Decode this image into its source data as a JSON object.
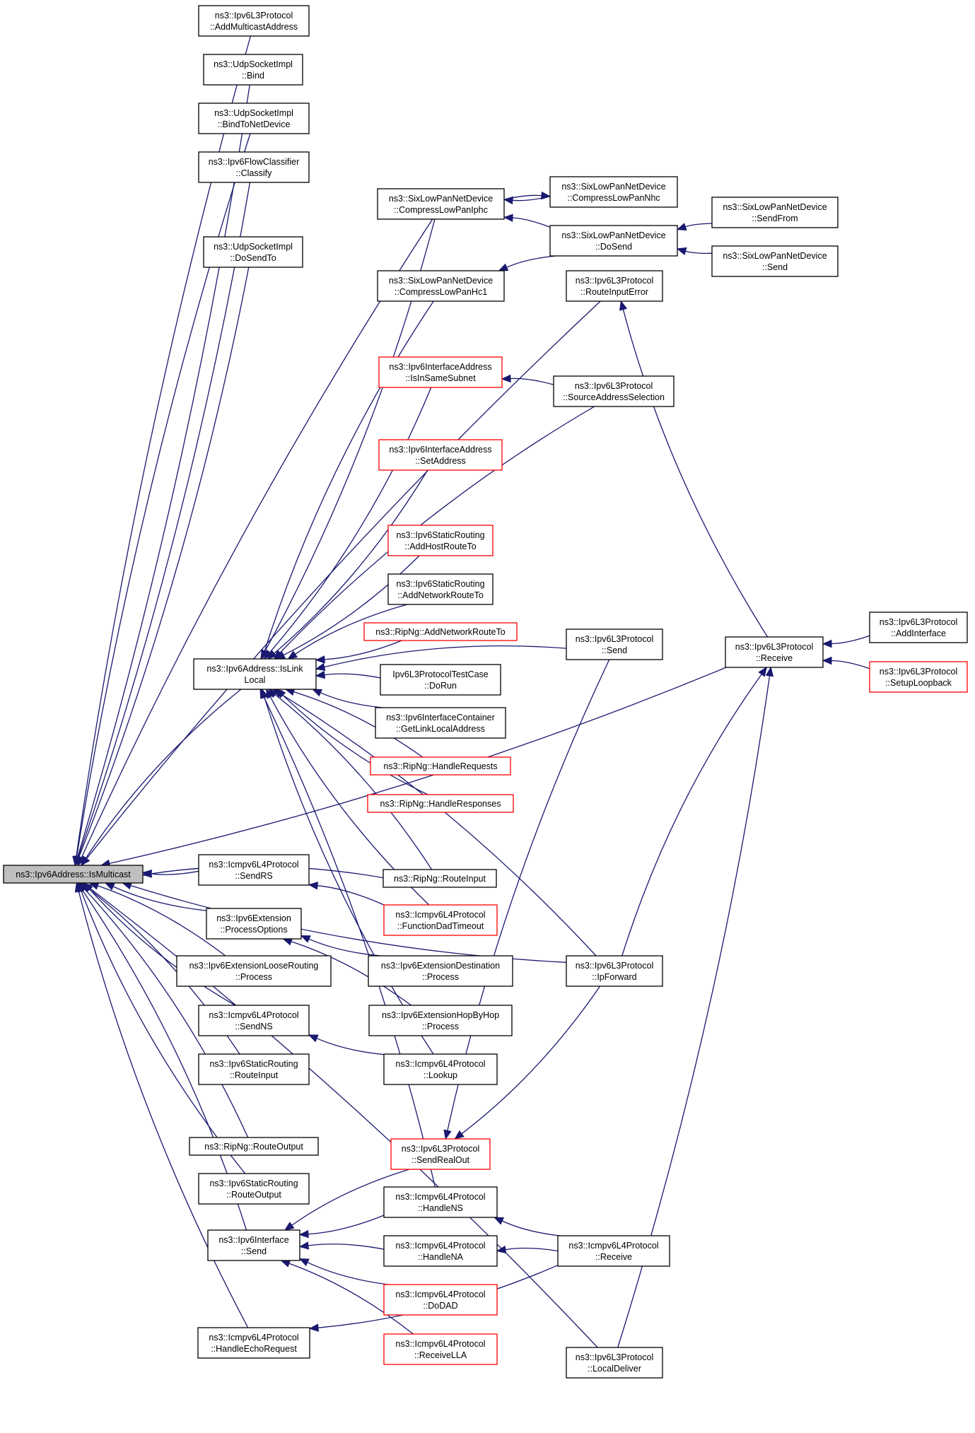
{
  "nodes": [
    {
      "id": "n0",
      "lines": [
        "ns3::Ipv6Address::IsMulticast"
      ],
      "style": "root"
    },
    {
      "id": "n1",
      "lines": [
        "ns3::Ipv6L3Protocol",
        "::AddMulticastAddress"
      ],
      "style": "normal"
    },
    {
      "id": "n2",
      "lines": [
        "ns3::UdpSocketImpl",
        "::Bind"
      ],
      "style": "normal"
    },
    {
      "id": "n3",
      "lines": [
        "ns3::UdpSocketImpl",
        "::BindToNetDevice"
      ],
      "style": "normal"
    },
    {
      "id": "n4",
      "lines": [
        "ns3::Ipv6FlowClassifier",
        "::Classify"
      ],
      "style": "normal"
    },
    {
      "id": "n5",
      "lines": [
        "ns3::SixLowPanNetDevice",
        "::CompressLowPanIphc"
      ],
      "style": "normal"
    },
    {
      "id": "n6",
      "lines": [
        "ns3::SixLowPanNetDevice",
        "::CompressLowPanNhc"
      ],
      "style": "normal"
    },
    {
      "id": "n7",
      "lines": [
        "ns3::UdpSocketImpl",
        "::DoSendTo"
      ],
      "style": "normal"
    },
    {
      "id": "n8",
      "lines": [
        "ns3::SixLowPanNetDevice",
        "::DoSend"
      ],
      "style": "normal"
    },
    {
      "id": "n9",
      "lines": [
        "ns3::SixLowPanNetDevice",
        "::SendFrom"
      ],
      "style": "normal"
    },
    {
      "id": "n10",
      "lines": [
        "ns3::SixLowPanNetDevice",
        "::Send"
      ],
      "style": "normal"
    },
    {
      "id": "n11",
      "lines": [
        "ns3::SixLowPanNetDevice",
        "::CompressLowPanHc1"
      ],
      "style": "normal"
    },
    {
      "id": "n12",
      "lines": [
        "ns3::Ipv6L3Protocol",
        "::RouteInputError"
      ],
      "style": "normal"
    },
    {
      "id": "n13",
      "lines": [
        "ns3::Ipv6InterfaceAddress",
        "::IsInSameSubnet"
      ],
      "style": "red"
    },
    {
      "id": "n14",
      "lines": [
        "ns3::Ipv6L3Protocol",
        "::SourceAddressSelection"
      ],
      "style": "normal"
    },
    {
      "id": "n15",
      "lines": [
        "ns3::Ipv6InterfaceAddress",
        "::SetAddress"
      ],
      "style": "red"
    },
    {
      "id": "n16",
      "lines": [
        "ns3::Ipv6StaticRouting",
        "::AddHostRouteTo"
      ],
      "style": "red"
    },
    {
      "id": "n17",
      "lines": [
        "ns3::Ipv6StaticRouting",
        "::AddNetworkRouteTo"
      ],
      "style": "normal"
    },
    {
      "id": "n18",
      "lines": [
        "ns3::RipNg::AddNetworkRouteTo"
      ],
      "style": "red"
    },
    {
      "id": "n19",
      "lines": [
        "ns3::Ipv6L3Protocol",
        "::Send"
      ],
      "style": "normal"
    },
    {
      "id": "n20",
      "lines": [
        "ns3::Ipv6L3Protocol",
        "::Receive"
      ],
      "style": "normal"
    },
    {
      "id": "n21",
      "lines": [
        "ns3::Ipv6L3Protocol",
        "::AddInterface"
      ],
      "style": "normal"
    },
    {
      "id": "n22",
      "lines": [
        "ns3::Ipv6L3Protocol",
        "::SetupLoopback"
      ],
      "style": "red"
    },
    {
      "id": "n23",
      "lines": [
        "ns3::Ipv6Address::IsLink",
        "Local"
      ],
      "style": "normal"
    },
    {
      "id": "n24",
      "lines": [
        "Ipv6L3ProtocolTestCase",
        "::DoRun"
      ],
      "style": "normal"
    },
    {
      "id": "n25",
      "lines": [
        "ns3::Ipv6InterfaceContainer",
        "::GetLinkLocalAddress"
      ],
      "style": "normal"
    },
    {
      "id": "n26",
      "lines": [
        "ns3::RipNg::HandleRequests"
      ],
      "style": "red"
    },
    {
      "id": "n27",
      "lines": [
        "ns3::RipNg::HandleResponses"
      ],
      "style": "red"
    },
    {
      "id": "n28",
      "lines": [
        "ns3::Icmpv6L4Protocol",
        "::SendRS"
      ],
      "style": "normal"
    },
    {
      "id": "n29",
      "lines": [
        "ns3::RipNg::RouteInput"
      ],
      "style": "normal"
    },
    {
      "id": "n30",
      "lines": [
        "ns3::Ipv6Extension",
        "::ProcessOptions"
      ],
      "style": "normal"
    },
    {
      "id": "n31",
      "lines": [
        "ns3::Icmpv6L4Protocol",
        "::FunctionDadTimeout"
      ],
      "style": "red"
    },
    {
      "id": "n32",
      "lines": [
        "ns3::Ipv6ExtensionLooseRouting",
        "::Process"
      ],
      "style": "normal"
    },
    {
      "id": "n33",
      "lines": [
        "ns3::Ipv6ExtensionDestination",
        "::Process"
      ],
      "style": "normal"
    },
    {
      "id": "n34",
      "lines": [
        "ns3::Ipv6L3Protocol",
        "::IpForward"
      ],
      "style": "normal"
    },
    {
      "id": "n35",
      "lines": [
        "ns3::Icmpv6L4Protocol",
        "::SendNS"
      ],
      "style": "normal"
    },
    {
      "id": "n36",
      "lines": [
        "ns3::Ipv6ExtensionHopByHop",
        "::Process"
      ],
      "style": "normal"
    },
    {
      "id": "n37",
      "lines": [
        "ns3::Ipv6StaticRouting",
        "::RouteInput"
      ],
      "style": "normal"
    },
    {
      "id": "n38",
      "lines": [
        "ns3::Icmpv6L4Protocol",
        "::Lookup"
      ],
      "style": "normal"
    },
    {
      "id": "n39",
      "lines": [
        "ns3::RipNg::RouteOutput"
      ],
      "style": "normal"
    },
    {
      "id": "n40",
      "lines": [
        "ns3::Ipv6L3Protocol",
        "::SendRealOut"
      ],
      "style": "red"
    },
    {
      "id": "n41",
      "lines": [
        "ns3::Ipv6StaticRouting",
        "::RouteOutput"
      ],
      "style": "normal"
    },
    {
      "id": "n42",
      "lines": [
        "ns3::Icmpv6L4Protocol",
        "::HandleNS"
      ],
      "style": "normal"
    },
    {
      "id": "n43",
      "lines": [
        "ns3::Ipv6Interface",
        "::Send"
      ],
      "style": "normal"
    },
    {
      "id": "n44",
      "lines": [
        "ns3::Icmpv6L4Protocol",
        "::HandleNA"
      ],
      "style": "normal"
    },
    {
      "id": "n45",
      "lines": [
        "ns3::Icmpv6L4Protocol",
        "::Receive"
      ],
      "style": "normal"
    },
    {
      "id": "n46",
      "lines": [
        "ns3::Icmpv6L4Protocol",
        "::DoDAD"
      ],
      "style": "red"
    },
    {
      "id": "n47",
      "lines": [
        "ns3::Icmpv6L4Protocol",
        "::HandleEchoRequest"
      ],
      "style": "normal"
    },
    {
      "id": "n48",
      "lines": [
        "ns3::Icmpv6L4Protocol",
        "::ReceiveLLA"
      ],
      "style": "red"
    },
    {
      "id": "n49",
      "lines": [
        "ns3::Ipv6L3Protocol",
        "::LocalDeliver"
      ],
      "style": "normal"
    }
  ],
  "edges": [
    [
      "n1",
      "n0"
    ],
    [
      "n2",
      "n0"
    ],
    [
      "n3",
      "n0"
    ],
    [
      "n4",
      "n0"
    ],
    [
      "n5",
      "n0"
    ],
    [
      "n7",
      "n0"
    ],
    [
      "n12",
      "n0"
    ],
    [
      "n20",
      "n0"
    ],
    [
      "n23",
      "n0"
    ],
    [
      "n28",
      "n0"
    ],
    [
      "n29",
      "n0"
    ],
    [
      "n30",
      "n0"
    ],
    [
      "n32",
      "n0"
    ],
    [
      "n35",
      "n0"
    ],
    [
      "n37",
      "n0"
    ],
    [
      "n34",
      "n0"
    ],
    [
      "n39",
      "n0"
    ],
    [
      "n41",
      "n0"
    ],
    [
      "n43",
      "n0"
    ],
    [
      "n47",
      "n0"
    ],
    [
      "n49",
      "n0"
    ],
    [
      "n5",
      "n23"
    ],
    [
      "n11",
      "n23"
    ],
    [
      "n13",
      "n23"
    ],
    [
      "n14",
      "n23"
    ],
    [
      "n15",
      "n23"
    ],
    [
      "n19",
      "n23"
    ],
    [
      "n16",
      "n23"
    ],
    [
      "n17",
      "n23"
    ],
    [
      "n18",
      "n23"
    ],
    [
      "n24",
      "n23"
    ],
    [
      "n25",
      "n23"
    ],
    [
      "n26",
      "n23"
    ],
    [
      "n27",
      "n23"
    ],
    [
      "n29",
      "n23"
    ],
    [
      "n31",
      "n23"
    ],
    [
      "n34",
      "n23"
    ],
    [
      "n38",
      "n23"
    ],
    [
      "n42",
      "n23"
    ],
    [
      "n6",
      "n5"
    ],
    [
      "n8",
      "n5"
    ],
    [
      "n5",
      "n6"
    ],
    [
      "n9",
      "n8"
    ],
    [
      "n10",
      "n8"
    ],
    [
      "n8",
      "n11"
    ],
    [
      "n20",
      "n12"
    ],
    [
      "n14",
      "n13"
    ],
    [
      "n21",
      "n20"
    ],
    [
      "n22",
      "n20"
    ],
    [
      "n34",
      "n20"
    ],
    [
      "n31",
      "n28"
    ],
    [
      "n33",
      "n30"
    ],
    [
      "n36",
      "n30"
    ],
    [
      "n38",
      "n35"
    ],
    [
      "n19",
      "n40"
    ],
    [
      "n34",
      "n40"
    ],
    [
      "n40",
      "n43"
    ],
    [
      "n42",
      "n43"
    ],
    [
      "n44",
      "n43"
    ],
    [
      "n46",
      "n43"
    ],
    [
      "n48",
      "n43"
    ],
    [
      "n45",
      "n42"
    ],
    [
      "n45",
      "n44"
    ],
    [
      "n45",
      "n47"
    ],
    [
      "n49",
      "n20"
    ]
  ]
}
